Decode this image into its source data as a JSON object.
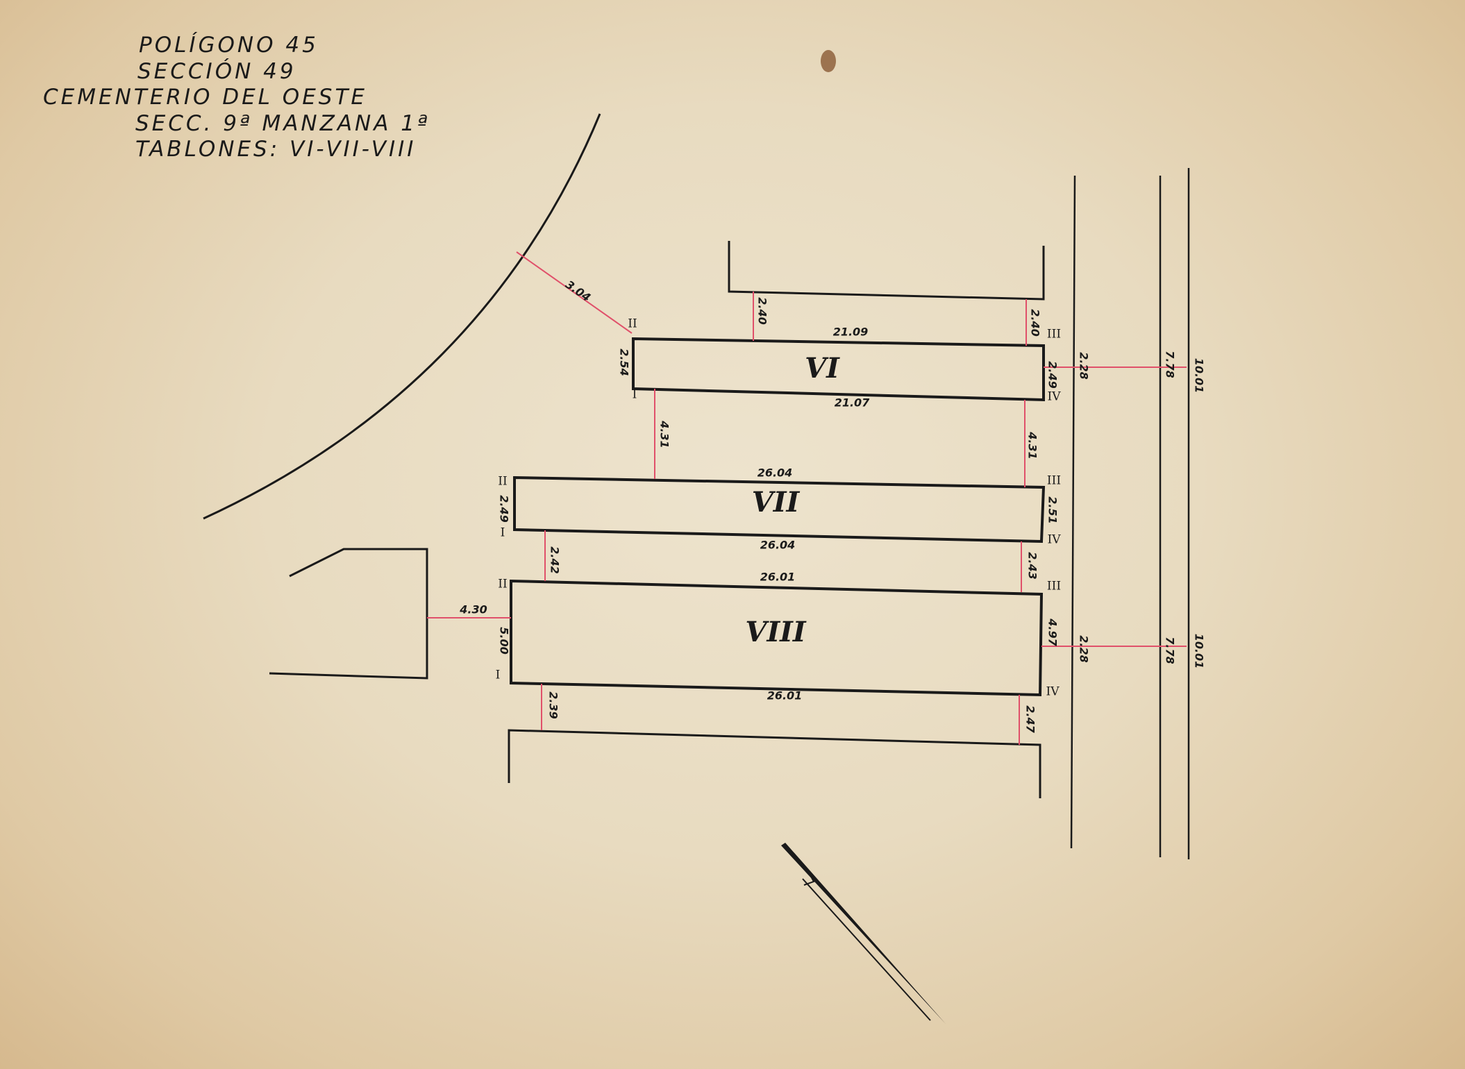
{
  "title": {
    "line1": "POLÍGONO 45",
    "line2": "SECCIÓN 49",
    "line3": "CEMENTERIO DEL OESTE",
    "line4": "SECC. 9ª MANZANA 1ª",
    "line5": "TABLONES: VI-VII-VIII"
  },
  "blocks": {
    "vi": {
      "name": "VI",
      "top": "21.09",
      "bottom": "21.07",
      "left": "2.54",
      "right": "2.49",
      "gap_above_left": "2.40",
      "gap_above_right": "2.40",
      "to_curve": "3.04",
      "street": [
        "2.28",
        "7.78",
        "10.01"
      ]
    },
    "vii": {
      "name": "VII",
      "top": "26.04",
      "bottom": "26.04",
      "left": "2.49",
      "right": "2.51",
      "gap_above_left": "4.31",
      "gap_above_right": "4.31"
    },
    "viii": {
      "name": "VIII",
      "top": "26.01",
      "bottom": "26.01",
      "left": "5.00",
      "right": "4.97",
      "gap_above_left": "2.42",
      "gap_above_right": "2.43",
      "gap_below_left": "2.39",
      "gap_below_right": "2.47",
      "to_building": "4.30",
      "street": [
        "2.28",
        "7.78",
        "10.01"
      ]
    }
  },
  "corners": {
    "i": "I",
    "ii": "II",
    "iii": "III",
    "iv": "IV"
  },
  "colors": {
    "ink": "#1a1a1a",
    "dimension_line": "#e0506a",
    "paper": "#e8dbc0"
  }
}
